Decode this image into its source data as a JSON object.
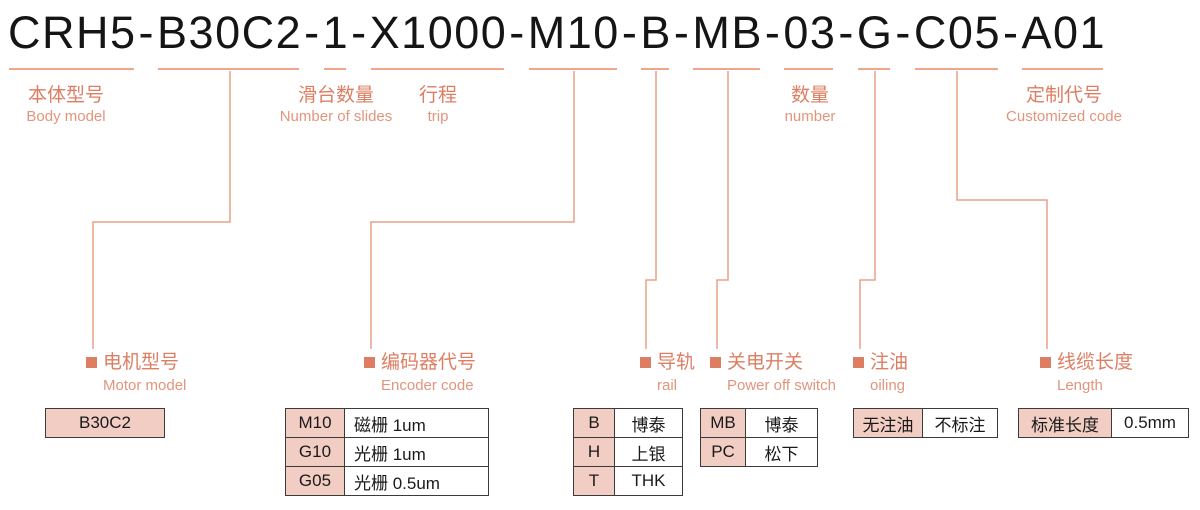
{
  "title": {
    "code": "CRH5-B30C2-1-X1000-M10-B-MB-03-G-C05-A01",
    "separator": "-",
    "segments": [
      "CRH5",
      "B30C2",
      "1",
      "X1000",
      "M10",
      "B",
      "MB",
      "03",
      "G",
      "C05",
      "A01"
    ]
  },
  "top_labels": [
    {
      "zh": "本体型号",
      "en": "Body model"
    },
    {
      "zh": "滑台数量",
      "en": "Number of slides"
    },
    {
      "zh": "行程",
      "en": "trip"
    },
    {
      "zh": "数量",
      "en": "number"
    },
    {
      "zh": "定制代号",
      "en": "Customized code"
    }
  ],
  "bottom_labels": [
    {
      "zh": "电机型号",
      "en": "Motor model"
    },
    {
      "zh": "编码器代号",
      "en": "Encoder code"
    },
    {
      "zh": "导轨",
      "en": "rail"
    },
    {
      "zh": "关电开关",
      "en": "Power off switch"
    },
    {
      "zh": "注油",
      "en": "oiling"
    },
    {
      "zh": "线缆长度",
      "en": "Length"
    }
  ],
  "tables": {
    "motor": {
      "value": "B30C2"
    },
    "encoder": {
      "rows": [
        {
          "code": "M10",
          "desc": "磁栅 1um"
        },
        {
          "code": "G10",
          "desc": "光栅 1um"
        },
        {
          "code": "G05",
          "desc": "光栅 0.5um"
        }
      ]
    },
    "rail": {
      "rows": [
        {
          "code": "B",
          "desc": "博泰"
        },
        {
          "code": "H",
          "desc": "上银"
        },
        {
          "code": "T",
          "desc": "THK"
        }
      ]
    },
    "power_switch": {
      "rows": [
        {
          "code": "MB",
          "desc": "博泰"
        },
        {
          "code": "PC",
          "desc": "松下"
        }
      ]
    },
    "oiling": {
      "rows": [
        {
          "code": "无注油",
          "desc": "不标注"
        }
      ]
    },
    "cable_length": {
      "rows": [
        {
          "code": "标准长度",
          "desc": "0.5mm"
        }
      ]
    }
  },
  "colors": {
    "title_color": "#151515",
    "accent_zh": "#DD7E63",
    "accent_en": "#E2957C",
    "underline": "#F0A58D",
    "connector": "#EA9F87",
    "cell_bg": "#F2CDC3",
    "table_border": "#3b3b3b"
  }
}
